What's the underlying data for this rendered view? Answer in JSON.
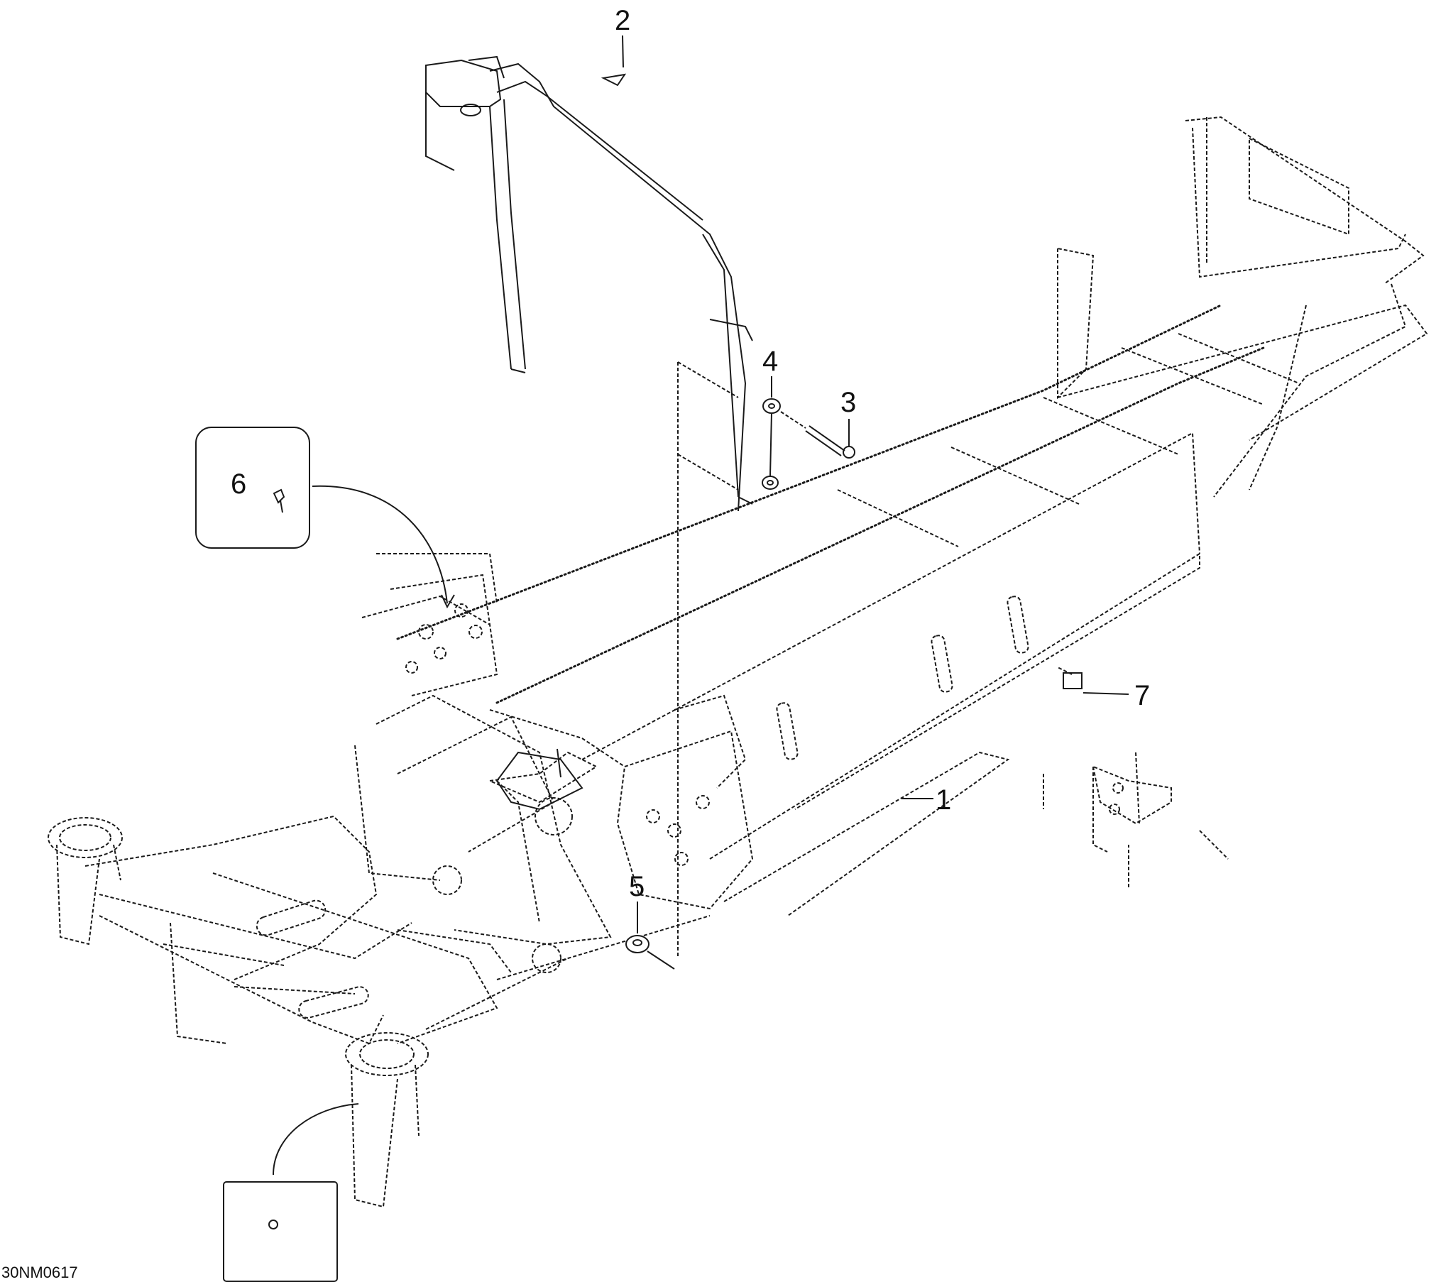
{
  "drawing_code": "30NM0617",
  "callouts": {
    "c1": "1",
    "c2": "2",
    "c3": "3",
    "c4": "4",
    "c5": "5",
    "c6": "6",
    "c7": "7"
  }
}
